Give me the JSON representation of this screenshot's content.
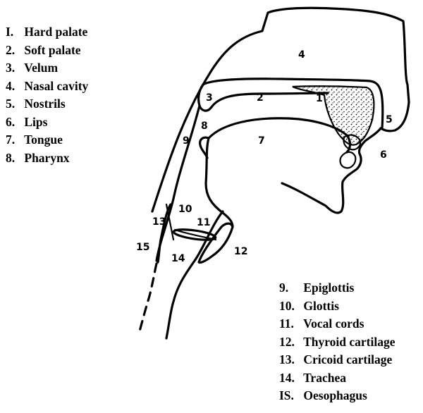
{
  "legend_top": [
    {
      "num": "I.",
      "label": "Hard palate"
    },
    {
      "num": "2.",
      "label": "Soft palate"
    },
    {
      "num": "3.",
      "label": "Velum"
    },
    {
      "num": "4.",
      "label": "Nasal cavity"
    },
    {
      "num": "5.",
      "label": "Nostrils"
    },
    {
      "num": "6.",
      "label": "Lips"
    },
    {
      "num": "7.",
      "label": "Tongue"
    },
    {
      "num": "8.",
      "label": "Pharynx"
    }
  ],
  "legend_bottom": [
    {
      "num": "9.",
      "label": "Epiglottis"
    },
    {
      "num": "10.",
      "label": "Glottis"
    },
    {
      "num": "11.",
      "label": "Vocal cords"
    },
    {
      "num": "12.",
      "label": "Thyroid cartilage"
    },
    {
      "num": "13.",
      "label": "Cricoid cartilage"
    },
    {
      "num": "14.",
      "label": "Trachea"
    },
    {
      "num": "IS.",
      "label": "Oesophagus"
    }
  ],
  "diagram_labels": {
    "n1": "1",
    "n2": "2",
    "n3": "3",
    "n4": "4",
    "n5": "5",
    "n6": "6",
    "n7": "7",
    "n8": "8",
    "n9": "9",
    "n10": "10",
    "n11": "11",
    "n12": "12",
    "n13": "13",
    "n14": "14",
    "n15": "15"
  }
}
